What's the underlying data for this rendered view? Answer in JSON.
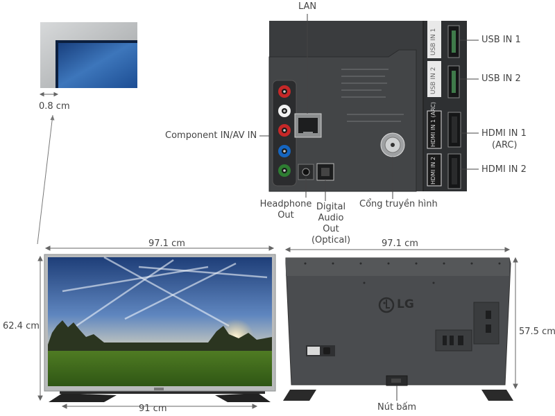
{
  "labels": {
    "lan": "LAN",
    "usb_in_1": "USB IN 1",
    "usb_in_2": "USB IN 2",
    "hdmi_in_1": "HDMI IN 1",
    "hdmi_in_1_arc": "(ARC)",
    "hdmi_in_2": "HDMI IN 2",
    "component_av_in": "Component IN/AV IN",
    "headphone_1": "Headphone",
    "headphone_2": "Out",
    "digital_audio_1": "Digital",
    "digital_audio_2": "Audio",
    "digital_audio_3": "Out",
    "digital_audio_4": "(Optical)",
    "antenna": "Cổng truyền hình",
    "button": "Nút bấm"
  },
  "dimensions": {
    "bezel": "0.8 cm",
    "front_width": "97.1 cm",
    "back_width": "97.1 cm",
    "front_height": "62.4 cm",
    "back_height": "57.5 cm",
    "stand_width": "91 cm"
  },
  "panel_tags": {
    "usb1": "USB IN 1",
    "usb2": "USB IN 2",
    "hdmi1": "HDMI IN 1 (ARC)",
    "hdmi2": "HDMI IN 2"
  },
  "brand": "LG",
  "colors": {
    "panel": "#3b3d3f",
    "tv_back": "#4a4c4f",
    "bezel": "#b8babb",
    "line": "#444444",
    "rca_red": "#c62828",
    "rca_blue": "#1565c0",
    "rca_green": "#2e7d32",
    "rca_white": "#f2f2f2"
  }
}
